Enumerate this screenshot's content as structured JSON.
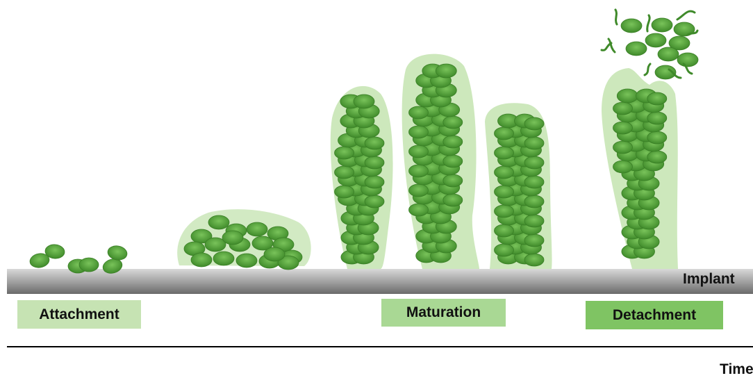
{
  "labels": {
    "attachment": "Attachment",
    "maturation": "Maturation",
    "detachment": "Detachment",
    "implant": "Implant",
    "time": "Time"
  },
  "colors": {
    "cell": "#4f9a34",
    "cell_highlight": "#6fbf4f",
    "matrix": "#cde8bc",
    "implant_dark": "#6b6b6b",
    "implant_light": "#c9c9c9"
  }
}
